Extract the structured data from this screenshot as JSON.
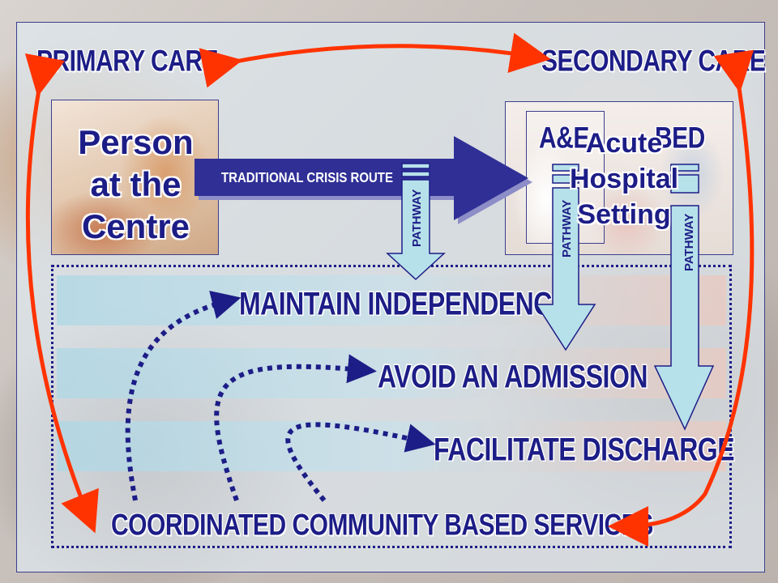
{
  "headings": {
    "primary_care": "PRIMARY CARE",
    "secondary_care": "SECONDARY CARE",
    "maintain": "MAINTAIN INDEPENDENCE",
    "avoid": "AVOID AN ADMISSION",
    "facilitate": "FACILITATE DISCHARGE",
    "coordinated": "COORDINATED COMMUNITY BASED SERVICES"
  },
  "person": {
    "line1": "Person",
    "line2": "at the",
    "line3": "Centre"
  },
  "hospital": {
    "ae": "A&E",
    "bed": "BED",
    "line1": "Acute",
    "line2": "Hospital",
    "line3": "Setting"
  },
  "crisis_route": "TRADITIONAL  CRISIS ROUTE",
  "pathway_label": "PATHWAY",
  "colors": {
    "navy": "#1d1d87",
    "arrow_blue": "#2f2f96",
    "red": "#ff3300",
    "pathway_fill": "#b7e1ea"
  }
}
